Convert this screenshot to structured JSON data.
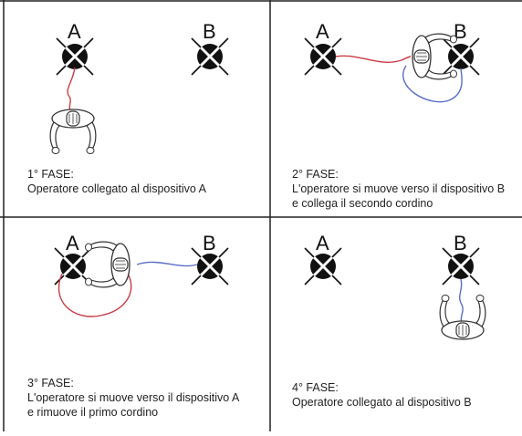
{
  "panels": [
    {
      "phase": "1° FASE:",
      "lines": [
        "Operatore collegato al dispositivo A"
      ],
      "anchor_a": "A",
      "anchor_b": "B"
    },
    {
      "phase": "2° FASE:",
      "lines": [
        "L'operatore si muove verso il dispositivo B",
        "e collega il secondo cordino"
      ],
      "anchor_a": "A",
      "anchor_b": "B"
    },
    {
      "phase": "3° FASE:",
      "lines": [
        "L'operatore si muove verso il dispositivo A",
        "e rimuove il primo cordino"
      ],
      "anchor_a": "A",
      "anchor_b": "B"
    },
    {
      "phase": "4° FASE:",
      "lines": [
        "Operatore collegato al dispositivo B"
      ],
      "anchor_a": "A",
      "anchor_b": "B"
    }
  ],
  "colors": {
    "first_lanyard": "#c83c46",
    "second_lanyard": "#5a6ec8",
    "frame": "#222222",
    "symbol": "#111111"
  },
  "icons": {
    "anchor": "anchor-point-icon",
    "operator": "operator-top-view-icon"
  }
}
